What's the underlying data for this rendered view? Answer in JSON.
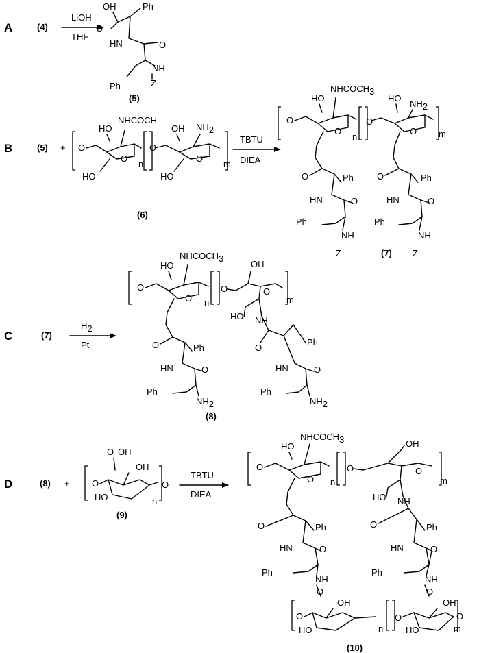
{
  "panels": [
    {
      "label": "A"
    },
    {
      "label": "B"
    },
    {
      "label": "C"
    },
    {
      "label": "D"
    }
  ],
  "compounds": {
    "c4": "(4)",
    "c5": "(5)",
    "c6": "(6)",
    "c7": "(7)",
    "c8": "(8)",
    "c9": "(9)",
    "c10": "(10)"
  },
  "reagents": {
    "a_top": "LiOH",
    "a_bottom": "THF",
    "b_top": "TBTU",
    "b_bottom": "DIEA",
    "c_top": "H",
    "c_top_sub": "2",
    "c_bottom": "Pt",
    "d_top": "TBTU",
    "d_bottom": "DIEA"
  },
  "atoms": {
    "ph": "Ph",
    "oh": "OH",
    "ho": "HO",
    "hn": "HN",
    "nh": "NH",
    "z": "Z",
    "o": "O",
    "nhacoch3": "NHCOCH",
    "three": "3",
    "nh2": "NH",
    "two": "2",
    "n": "n",
    "m": "m",
    "plus": "+"
  }
}
